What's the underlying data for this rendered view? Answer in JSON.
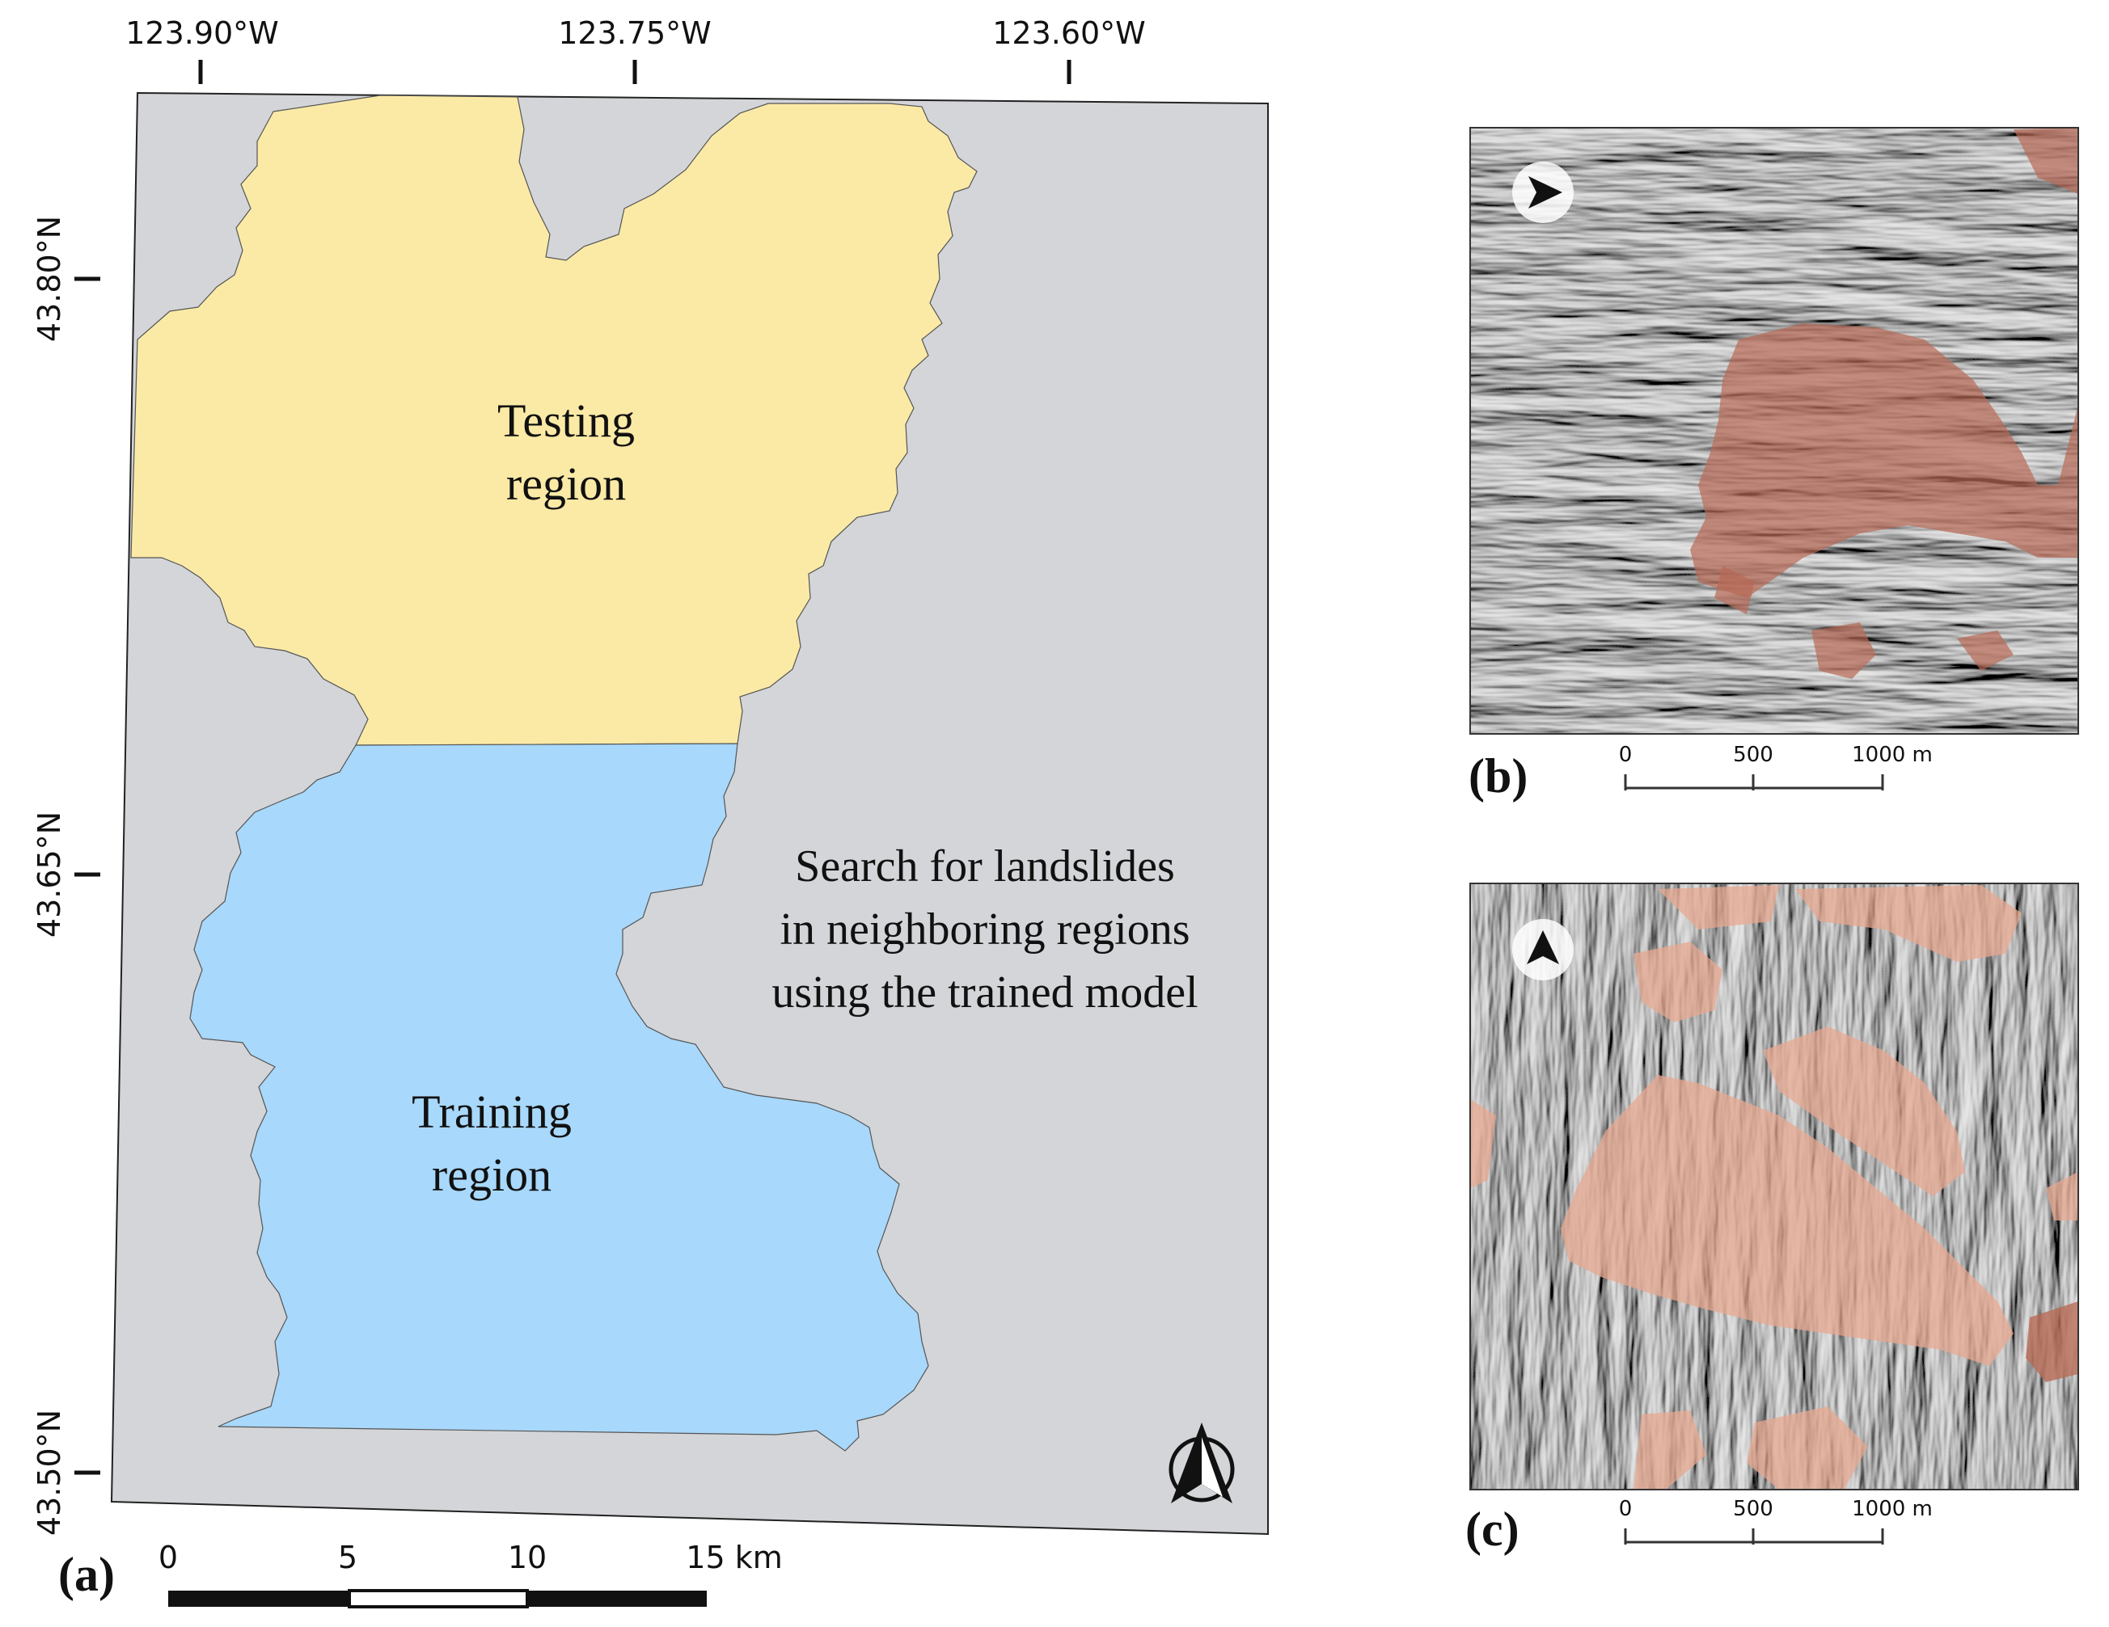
{
  "panel_a": {
    "label": "(a)",
    "lon_ticks": [
      "123.90°W",
      "123.75°W",
      "123.60°W"
    ],
    "lat_ticks": [
      "43.80°N",
      "43.65°N",
      "43.50°N"
    ],
    "regions": {
      "testing": {
        "line1": "Testing",
        "line2": "region",
        "color": "#fbeaa6"
      },
      "training": {
        "line1": "Training",
        "line2": "region",
        "color": "#a8d8fb"
      },
      "background_color": "#d3d5d8"
    },
    "annotation": [
      "Search for landslides",
      "in neighboring regions",
      "using the trained model"
    ],
    "scale_bar": {
      "ticks": [
        "0",
        "5",
        "10"
      ],
      "end_label": "15 km"
    },
    "north_arrow_icon": "north-arrow-icon"
  },
  "panel_b": {
    "label": "(b)",
    "scale_bar": {
      "ticks": [
        "0",
        "500",
        "1000 m"
      ]
    },
    "north_arrow_icon": "north-arrow-circle-icon",
    "landslide_color": "#b86a55"
  },
  "panel_c": {
    "label": "(c)",
    "scale_bar": {
      "ticks": [
        "0",
        "500",
        "1000 m"
      ]
    },
    "north_arrow_icon": "north-arrow-circle-icon",
    "landslide_color": "#e8a890"
  }
}
